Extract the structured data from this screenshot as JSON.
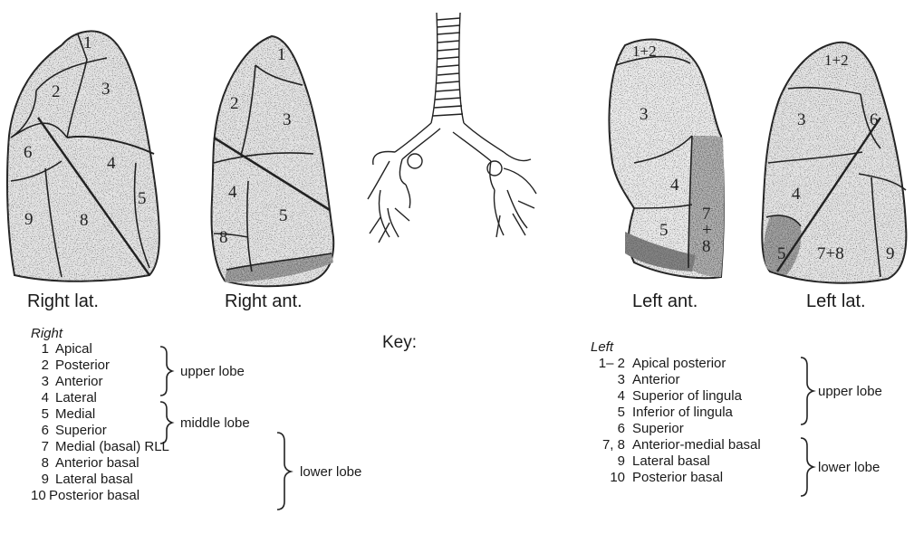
{
  "captions": {
    "right_lat": "Right lat.",
    "right_ant": "Right ant.",
    "left_ant": "Left ant.",
    "left_lat": "Left lat."
  },
  "key_label": "Key:",
  "segment_numbers": {
    "right_lat": [
      "1",
      "2",
      "3",
      "6",
      "4",
      "5",
      "9",
      "8"
    ],
    "right_ant": [
      "1",
      "2",
      "3",
      "4",
      "5",
      "8"
    ],
    "left_ant": [
      "1+2",
      "3",
      "4",
      "7",
      "+",
      "8",
      "5"
    ],
    "left_lat": [
      "1+2",
      "3",
      "6",
      "4",
      "5",
      "7+8",
      "9"
    ]
  },
  "right_key": {
    "heading": "Right",
    "items": [
      {
        "num": "1",
        "name": "Apical"
      },
      {
        "num": "2",
        "name": "Posterior"
      },
      {
        "num": "3",
        "name": "Anterior"
      },
      {
        "num": "4",
        "name": "Lateral"
      },
      {
        "num": "5",
        "name": "Medial"
      },
      {
        "num": "6",
        "name": "Superior"
      },
      {
        "num": "7",
        "name": "Medial (basal) RLL"
      },
      {
        "num": "8",
        "name": "Anterior basal"
      },
      {
        "num": "9",
        "name": "Lateral basal"
      },
      {
        "num": "10",
        "name": "Posterior basal"
      }
    ],
    "groups": [
      "upper lobe",
      "middle lobe",
      "lower lobe"
    ]
  },
  "left_key": {
    "heading": "Left",
    "items": [
      {
        "num": "1– 2",
        "name": "Apical posterior"
      },
      {
        "num": "3",
        "name": "Anterior"
      },
      {
        "num": "4",
        "name": "Superior of lingula"
      },
      {
        "num": "5",
        "name": "Inferior of lingula"
      },
      {
        "num": "6",
        "name": "Superior"
      },
      {
        "num": "7, 8",
        "name": "Anterior-medial basal"
      },
      {
        "num": "9",
        "name": "Lateral basal"
      },
      {
        "num": "10",
        "name": "Posterior basal"
      }
    ],
    "groups": [
      "upper lobe",
      "lower lobe"
    ]
  }
}
